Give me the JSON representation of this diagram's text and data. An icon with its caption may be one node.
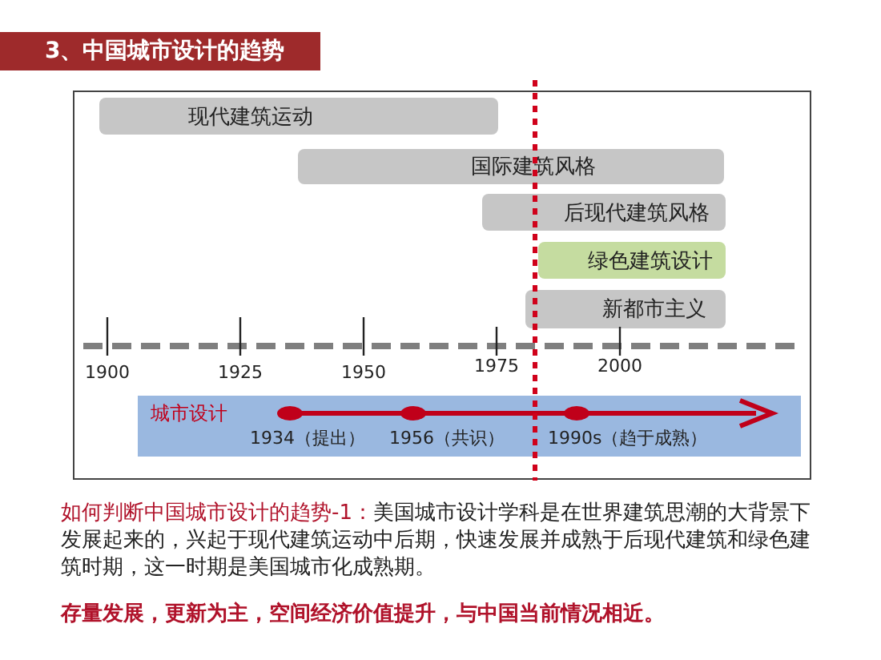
{
  "diagram": {
    "title": "3、中国城市设计的趋势",
    "nodes": [
      {
        "text": [
          "现代建筑运动"
        ]
      },
      {
        "text": [
          "国际建筑风格"
        ]
      },
      {
        "text": [
          "后现代建筑风格"
        ]
      },
      {
        "text": [
          "绿色建筑设计"
        ]
      },
      {
        "text": [
          "新都市主义"
        ]
      },
      {
        "text": [
          "城市设计"
        ]
      }
    ],
    "labels": [
      "1900",
      "1925",
      "1950",
      "1975",
      "2000",
      "1934（提出）",
      "1956（共识）",
      "1990s（趋于成熟）",
      "如何判断中国城市设计的趋势-1：",
      "美国城市设计学科是在世界建筑思潮的大背景下发展起来的，兴起于现代建筑运动中后期，快速发展并成熟于后现代建筑和绿色建筑时期，这一时期是美国城市化成熟期。",
      "存量发展，更新为主，空间经济价值提升，与中国当前情况相近。"
    ]
  }
}
